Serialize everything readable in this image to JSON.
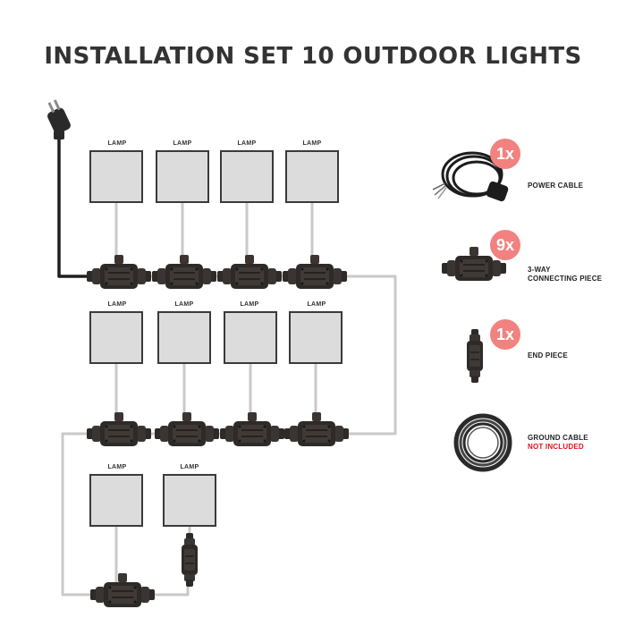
{
  "title": "INSTALLATION SET 10 OUTDOOR LIGHTS",
  "lamp_label": "LAMP",
  "lamps": [
    "LAMP",
    "LAMP",
    "LAMP",
    "LAMP",
    "LAMP",
    "LAMP",
    "LAMP",
    "LAMP",
    "LAMP",
    "LAMP"
  ],
  "legend": [
    {
      "qty": "1x",
      "label": "POWER CABLE",
      "icon": "power-cable-icon"
    },
    {
      "qty": "9x",
      "label": "3-WAY CONNECTING PIECE",
      "label_line1": "3-WAY",
      "label_line2": "CONNECTING PIECE",
      "icon": "three-way-connector-icon"
    },
    {
      "qty": "1x",
      "label": "END PIECE",
      "icon": "end-piece-icon"
    },
    {
      "label_line1": "GROUND CABLE",
      "label_line2": "NOT INCLUDED",
      "icon": "ground-cable-coil-icon"
    }
  ],
  "colors": {
    "badge": "#f2827f",
    "lamp_fill": "#dcdcdc",
    "lamp_border": "#3a3a3a",
    "cable": "#c9c9c9",
    "connector": "#2e2a28",
    "warning": "#e0141e"
  }
}
